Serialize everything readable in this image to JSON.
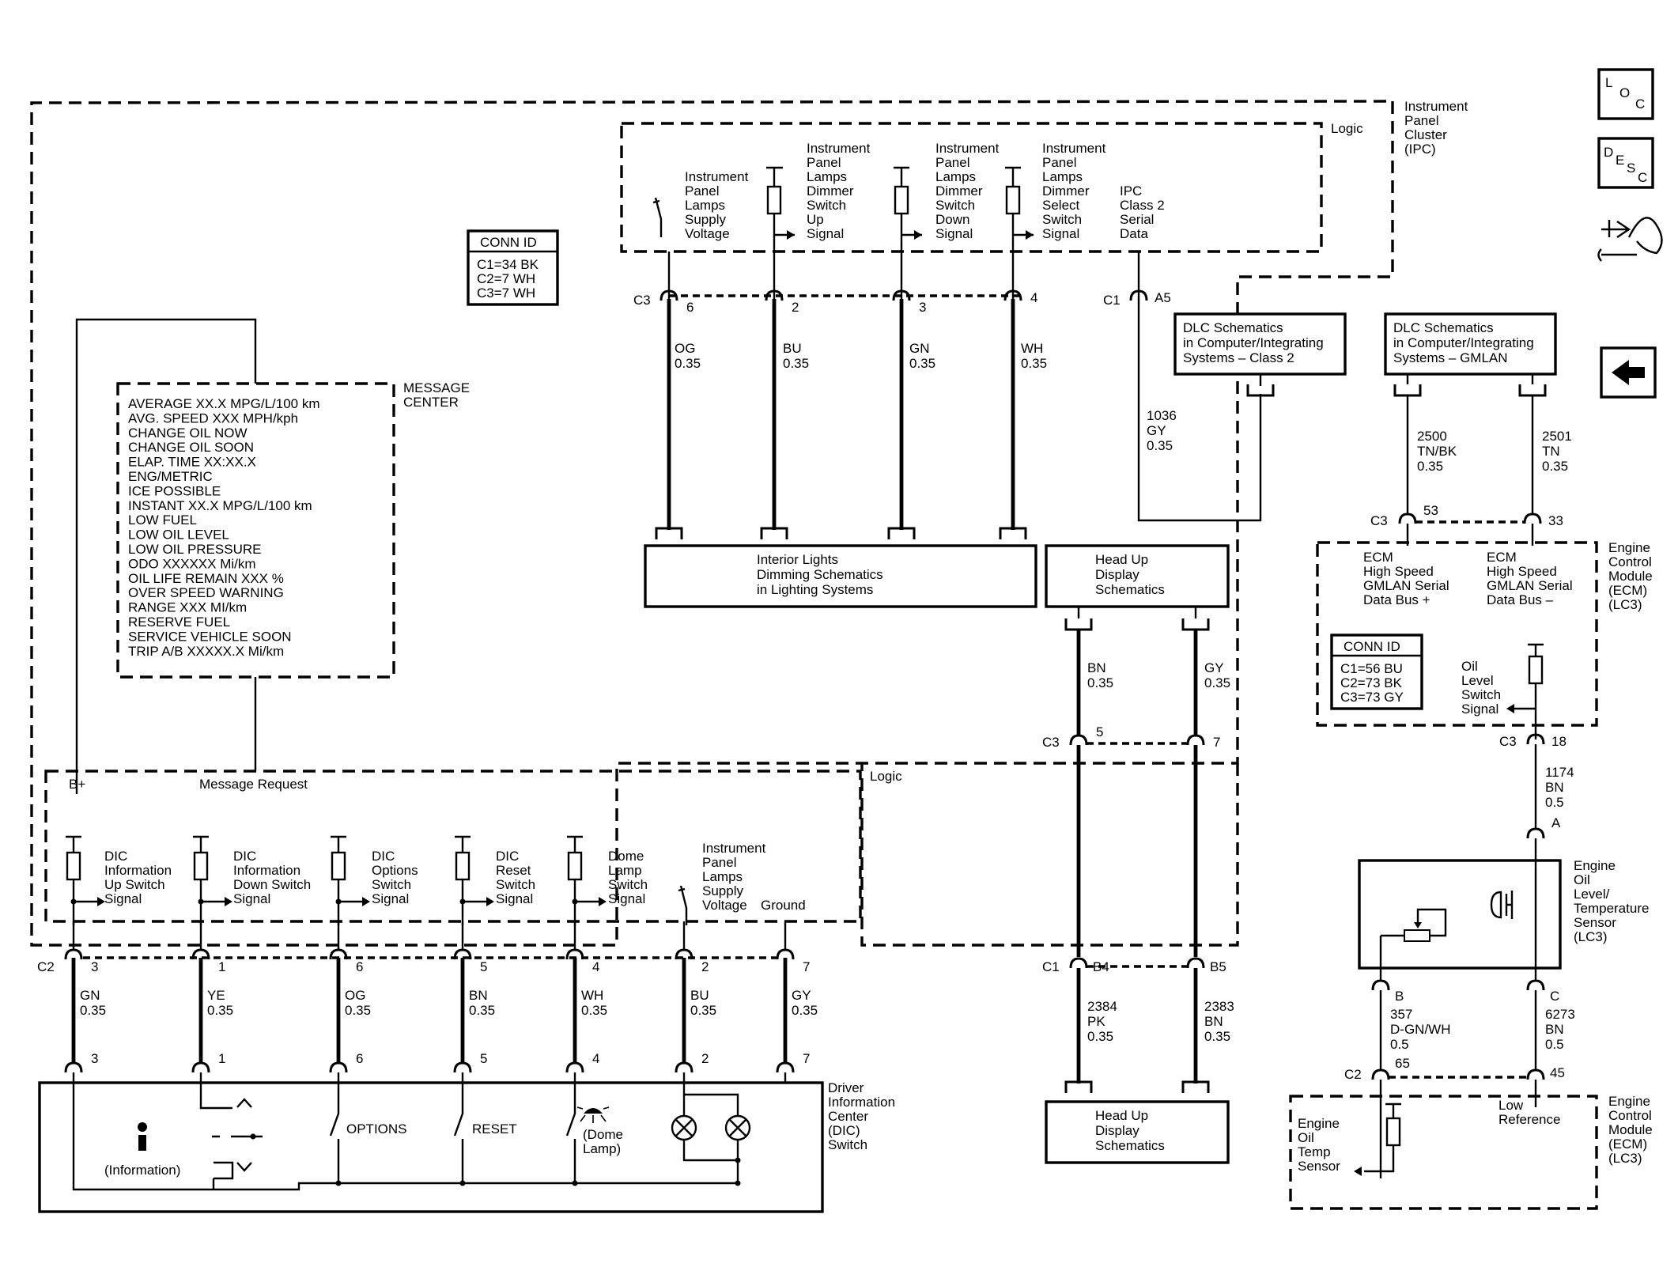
{
  "nav": {
    "loc": [
      "L",
      "O",
      "C"
    ],
    "desc": [
      "D",
      "E",
      "S",
      "C"
    ],
    "back_icon": "left-arrow-icon",
    "tool_icon": "wrench-arrow-icon"
  },
  "ipc": {
    "title": [
      "Instrument",
      "Panel",
      "Cluster",
      "(IPC)"
    ],
    "logic_top": "Logic",
    "logic_bottom": "Logic",
    "conn_id": {
      "title": "CONN ID",
      "rows": [
        "C1=34 BK",
        "C2=7 WH",
        "C3=7 WH"
      ]
    },
    "supply": [
      "Instrument",
      "Panel",
      "Lamps",
      "Supply",
      "Voltage"
    ],
    "dim_up": [
      "Instrument",
      "Panel",
      "Lamps",
      "Dimmer",
      "Switch",
      "Up",
      "Signal"
    ],
    "dim_down": [
      "Instrument",
      "Panel",
      "Lamps",
      "Dimmer",
      "Switch",
      "Down",
      "Signal"
    ],
    "dim_select": [
      "Instrument",
      "Panel",
      "Lamps",
      "Dimmer",
      "Select",
      "Switch",
      "Signal"
    ],
    "class2": [
      "IPC",
      "Class 2",
      "Serial",
      "Data"
    ]
  },
  "message_center": {
    "title": [
      "MESSAGE",
      "CENTER"
    ],
    "lines": [
      "AVERAGE XX.X MPG/L/100 km",
      "AVG. SPEED XXX MPH/kph",
      "CHANGE OIL NOW",
      "CHANGE OIL SOON",
      "ELAP. TIME XX:XX.X",
      "ENG/METRIC",
      "ICE POSSIBLE",
      "INSTANT XX.X MPG/L/100 km",
      "LOW FUEL",
      "LOW OIL LEVEL",
      "LOW OIL PRESSURE",
      "ODO XXXXXX Mi/km",
      "OIL LIFE REMAIN XXX %",
      "OVER SPEED WARNING",
      "RANGE XXX MI/km",
      "RESERVE FUEL",
      "SERVICE VEHICLE SOON",
      "TRIP A/B XXXXX.X Mi/km"
    ]
  },
  "top_connector": {
    "c3": "C3",
    "c1": "C1",
    "pins": [
      {
        "pin": "6",
        "color": "OG",
        "gauge": "0.35"
      },
      {
        "pin": "2",
        "color": "BU",
        "gauge": "0.35"
      },
      {
        "pin": "3",
        "color": "GN",
        "gauge": "0.35"
      },
      {
        "pin": "4",
        "color": "WH",
        "gauge": "0.35"
      }
    ],
    "a5": {
      "pin": "A5",
      "circuit": "1036",
      "color": "GY",
      "gauge": "0.35"
    }
  },
  "dlc_class2": [
    "DLC Schematics",
    "in Computer/Integrating",
    "Systems – Class 2"
  ],
  "dlc_gmlan": [
    "DLC Schematics",
    "in Computer/Integrating",
    "Systems – GMLAN"
  ],
  "interior_lights": [
    "Interior Lights",
    "Dimming Schematics",
    "in Lighting Systems"
  ],
  "hud_top": [
    "Head Up",
    "Display",
    "Schematics"
  ],
  "hud_bottom": [
    "Head Up",
    "Display",
    "Schematics"
  ],
  "hud_wires": {
    "bn": {
      "color": "BN",
      "gauge": "0.35"
    },
    "gy": {
      "color": "GY",
      "gauge": "0.35"
    },
    "c3": "C3",
    "pin5": "5",
    "pin7": "7",
    "c1": "C1",
    "b4": "B4",
    "b5": "B5",
    "w2384": {
      "circuit": "2384",
      "color": "PK",
      "gauge": "0.35"
    },
    "w2383": {
      "circuit": "2383",
      "color": "BN",
      "gauge": "0.35"
    }
  },
  "ecm_top": {
    "title": [
      "Engine",
      "Control",
      "Module",
      "(ECM)",
      "(LC3)"
    ],
    "w2500": {
      "circuit": "2500",
      "color": "TN/BK",
      "gauge": "0.35"
    },
    "w2501": {
      "circuit": "2501",
      "color": "TN",
      "gauge": "0.35"
    },
    "c3": "C3",
    "pin53": "53",
    "pin33": "33",
    "bus_plus": [
      "ECM",
      "High Speed",
      "GMLAN Serial",
      "Data Bus +"
    ],
    "bus_minus": [
      "ECM",
      "High Speed",
      "GMLAN Serial",
      "Data Bus –"
    ],
    "conn_id": {
      "title": "CONN ID",
      "rows": [
        "C1=56 BU",
        "C2=73 BK",
        "C3=73 GY"
      ]
    },
    "oil_switch": [
      "Oil",
      "Level",
      "Switch",
      "Signal"
    ],
    "c3b": "C3",
    "pin18": "18",
    "w1174": {
      "circuit": "1174",
      "color": "BN",
      "gauge": "0.5"
    }
  },
  "sensor": {
    "title": [
      "Engine",
      "Oil",
      "Level/",
      "Temperature",
      "Sensor",
      "(LC3)"
    ],
    "pinA": "A",
    "pinB": "B",
    "pinC": "C",
    "w357": {
      "circuit": "357",
      "color": "D-GN/WH",
      "gauge": "0.5"
    },
    "w6273": {
      "circuit": "6273",
      "color": "BN",
      "gauge": "0.5"
    }
  },
  "ecm_bottom": {
    "title": [
      "Engine",
      "Control",
      "Module",
      "(ECM)",
      "(LC3)"
    ],
    "c2": "C2",
    "pin65": "65",
    "pin45": "45",
    "temp": [
      "Engine",
      "Oil",
      "Temp",
      "Sensor"
    ],
    "low_ref": [
      "Low",
      "Reference"
    ]
  },
  "dic_logic": {
    "bplus": "B+",
    "message_request": "Message Request",
    "signals": [
      [
        "DIC",
        "Information",
        "Up Switch",
        "Signal"
      ],
      [
        "DIC",
        "Information",
        "Down Switch",
        "Signal"
      ],
      [
        "DIC",
        "Options",
        "Switch",
        "Signal"
      ],
      [
        "DIC",
        "Reset",
        "Switch",
        "Signal"
      ],
      [
        "Dome",
        "Lamp",
        "Switch",
        "Signal"
      ]
    ],
    "supply": [
      "Instrument",
      "Panel",
      "Lamps",
      "Supply",
      "Voltage"
    ],
    "ground": "Ground"
  },
  "c2_connector": {
    "c2": "C2",
    "pins": [
      {
        "pin": "3",
        "color": "GN",
        "gauge": "0.35"
      },
      {
        "pin": "1",
        "color": "YE",
        "gauge": "0.35"
      },
      {
        "pin": "6",
        "color": "OG",
        "gauge": "0.35"
      },
      {
        "pin": "5",
        "color": "BN",
        "gauge": "0.35"
      },
      {
        "pin": "4",
        "color": "WH",
        "gauge": "0.35"
      },
      {
        "pin": "2",
        "color": "BU",
        "gauge": "0.35"
      },
      {
        "pin": "7",
        "color": "GY",
        "gauge": "0.35"
      }
    ]
  },
  "dic_switch": {
    "title": [
      "Driver",
      "Information",
      "Center",
      "(DIC)",
      "Switch"
    ],
    "pins": [
      "3",
      "1",
      "6",
      "5",
      "4",
      "2",
      "7"
    ],
    "info_label": "(Information)",
    "options": "OPTIONS",
    "reset": "RESET",
    "dome": [
      "(Dome",
      "Lamp)"
    ]
  }
}
